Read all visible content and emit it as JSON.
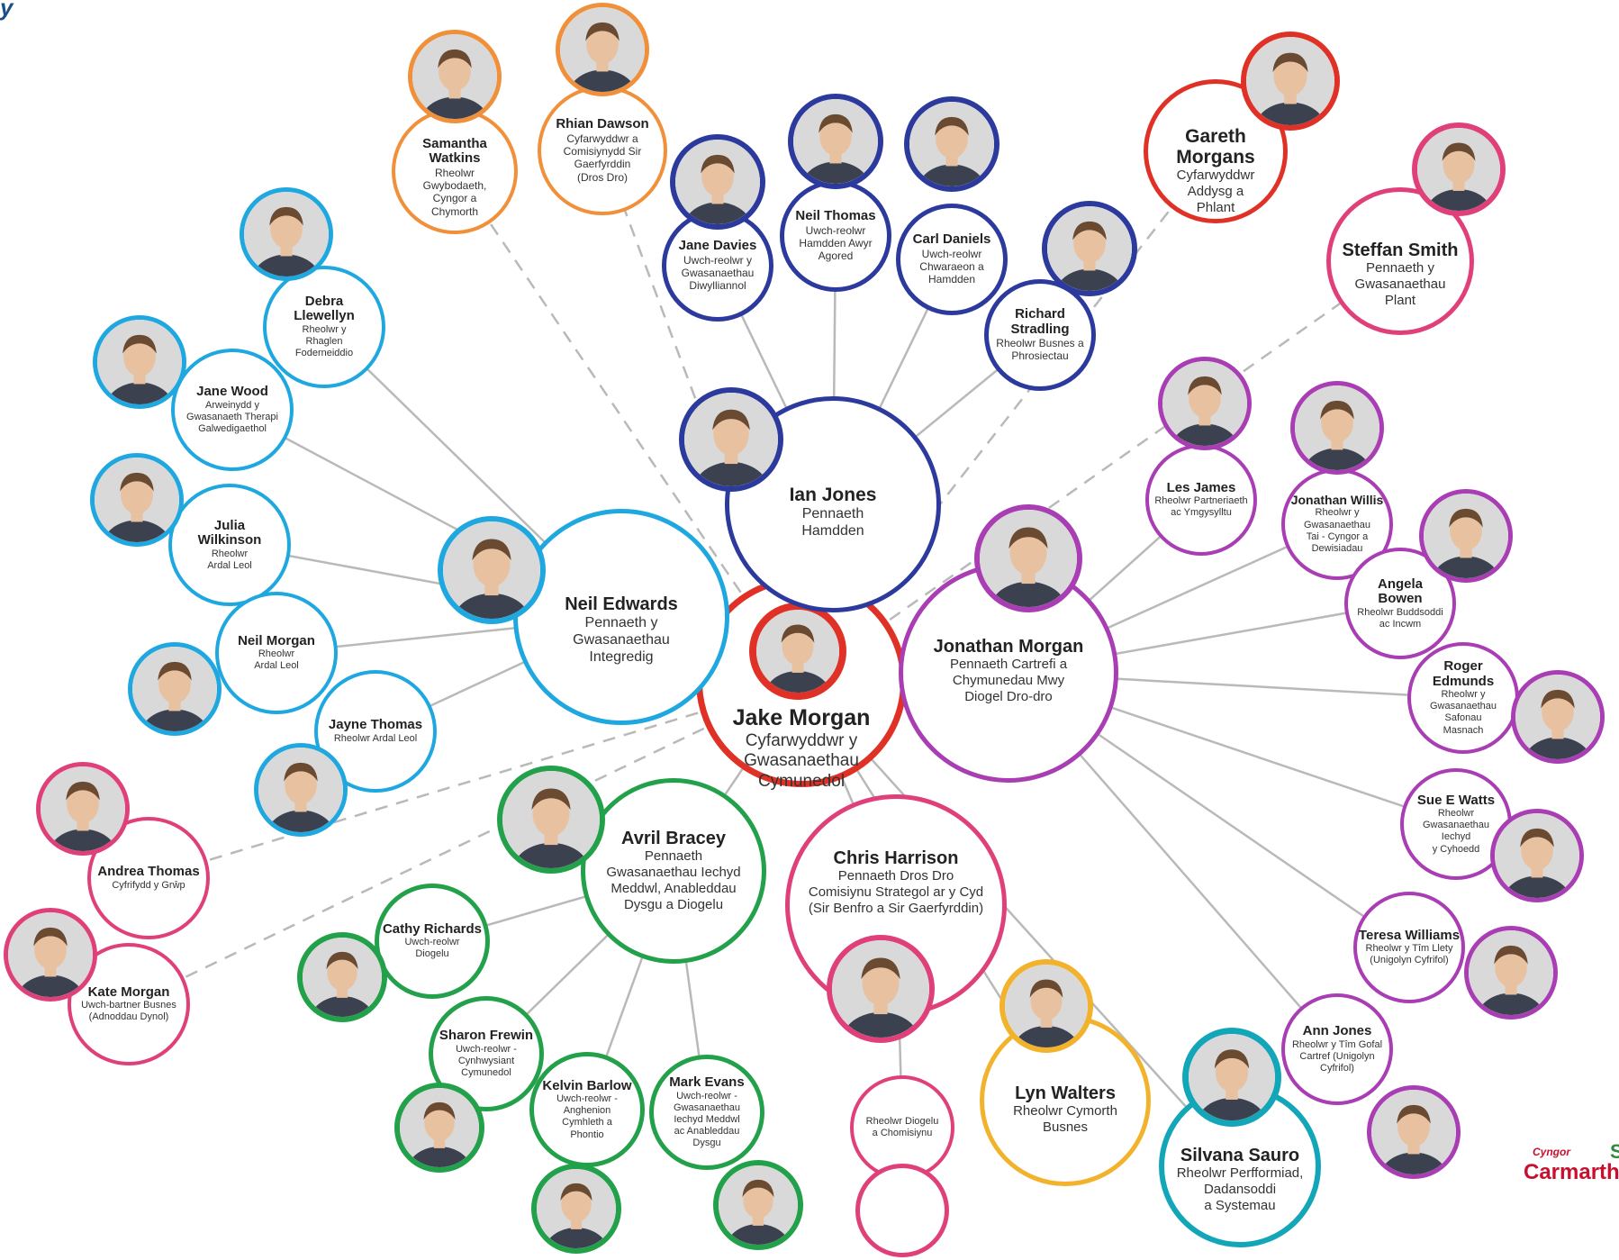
{
  "title_fragment": "y",
  "logo": {
    "small": "Cyngor",
    "main": "Carmarth",
    "corner": "S"
  },
  "colors": {
    "red": "#e03127",
    "blue": "#1fa8e0",
    "navy": "#2b3a9c",
    "purple": "#a93db3",
    "green": "#23a04a",
    "pink": "#e0407a",
    "orange": "#f0903a",
    "amber": "#f2b22c",
    "teal": "#13a6b8",
    "line": "#b9b9b9"
  },
  "people": [
    {
      "id": "jake",
      "name": "Jake Morgan",
      "role": "Cyfarwyddwr y\nGwasanaethau\nCymunedol",
      "color": "red"
    },
    {
      "id": "ian",
      "name": "Ian Jones",
      "role": "Pennaeth\nHamdden",
      "color": "navy"
    },
    {
      "id": "neile",
      "name": "Neil Edwards",
      "role": "Pennaeth y\nGwasanaethau\nIntegredig",
      "color": "blue"
    },
    {
      "id": "jonm",
      "name": "Jonathan Morgan",
      "role": "Pennaeth Cartrefi a\nChymunedau Mwy\nDiogel Dro-dro",
      "color": "purple"
    },
    {
      "id": "avril",
      "name": "Avril Bracey",
      "role": "Pennaeth\nGwasanaethau Iechyd\nMeddwl, Anableddau\nDysgu a Diogelu",
      "color": "green"
    },
    {
      "id": "chris",
      "name": "Chris Harrison",
      "role": "Pennaeth Dros Dro\nComisiynu Strategol ar y Cyd\n(Sir Benfro a Sir Gaerfyrddin)",
      "color": "pink"
    },
    {
      "id": "lyn",
      "name": "Lyn Walters",
      "role": "Rheolwr Cymorth\nBusnes",
      "color": "amber"
    },
    {
      "id": "silvana",
      "name": "Silvana Sauro",
      "role": "Rheolwr Perfformiad,\nDadansoddi\na Systemau",
      "color": "teal"
    },
    {
      "id": "gareth",
      "name": "Gareth\nMorgans",
      "role": "Cyfarwyddwr\nAddysg a\nPhlant",
      "color": "red"
    },
    {
      "id": "steffan",
      "name": "Steffan Smith",
      "role": "Pennaeth y\nGwasanaethau\nPlant",
      "color": "pink"
    },
    {
      "id": "samantha",
      "name": "Samantha\nWatkins",
      "role": "Rheolwr\nGwybodaeth,\nCyngor a\nChymorth",
      "color": "orange"
    },
    {
      "id": "rhian",
      "name": "Rhian Dawson",
      "role": "Cyfarwyddwr a\nComisiynydd Sir\nGaerfyrddin\n(Dros Dro)",
      "color": "orange"
    },
    {
      "id": "janed",
      "name": "Jane Davies",
      "role": "Uwch-reolwr y\nGwasanaethau\nDiwylliannol",
      "color": "navy"
    },
    {
      "id": "neilt",
      "name": "Neil Thomas",
      "role": "Uwch-reolwr\nHamdden Awyr\nAgored",
      "color": "navy"
    },
    {
      "id": "carl",
      "name": "Carl Daniels",
      "role": "Uwch-reolwr\nChwaraeon a\nHamdden",
      "color": "navy"
    },
    {
      "id": "richard",
      "name": "Richard\nStradling",
      "role": "Rheolwr Busnes a\nPhrosiectau",
      "color": "navy"
    },
    {
      "id": "debra",
      "name": "Debra\nLlewellyn",
      "role": "Rheolwr y\nRhaglen\nFoderneiddio",
      "color": "blue"
    },
    {
      "id": "janew",
      "name": "Jane Wood",
      "role": "Arweinydd y\nGwasanaeth Therapi\nGalwedigaethol",
      "color": "blue"
    },
    {
      "id": "julia",
      "name": "Julia\nWilkinson",
      "role": "Rheolwr\nArdal Leol",
      "color": "blue"
    },
    {
      "id": "neilm",
      "name": "Neil Morgan",
      "role": "Rheolwr\nArdal Leol",
      "color": "blue"
    },
    {
      "id": "jayne",
      "name": "Jayne Thomas",
      "role": "Rheolwr Ardal Leol",
      "color": "blue"
    },
    {
      "id": "andrea",
      "name": "Andrea Thomas",
      "role": "Cyfrifydd y Grŵp",
      "color": "pink"
    },
    {
      "id": "kate",
      "name": "Kate Morgan",
      "role": "Uwch-bartner Busnes\n(Adnoddau Dynol)",
      "color": "pink"
    },
    {
      "id": "cathy",
      "name": "Cathy Richards",
      "role": "Uwch-reolwr\nDiogelu",
      "color": "green"
    },
    {
      "id": "sharon",
      "name": "Sharon Frewin",
      "role": "Uwch-reolwr -\nCynhwysiant\nCymunedol",
      "color": "green"
    },
    {
      "id": "kelvin",
      "name": "Kelvin Barlow",
      "role": "Uwch-reolwr -\nAnghenion\nCymhleth a\nPhontio",
      "color": "green"
    },
    {
      "id": "mark",
      "name": "Mark Evans",
      "role": "Uwch-reolwr -\nGwasanaethau\nIechyd Meddwl\nac Anableddau\nDysgu",
      "color": "green"
    },
    {
      "id": "diogelu",
      "name": "",
      "role": "Rheolwr Diogelu\na Chomisiynu",
      "color": "pink"
    },
    {
      "id": "les",
      "name": "Les James",
      "role": "Rheolwr Partneriaeth\nac Ymgysylltu",
      "color": "purple"
    },
    {
      "id": "jwillis",
      "name": "Jonathan Willis",
      "role": "Rheolwr y\nGwasanaethau\nTai - Cyngor a\nDewisiadau",
      "color": "purple"
    },
    {
      "id": "angela",
      "name": "Angela\nBowen",
      "role": "Rheolwr Buddsoddi\nac Incwm",
      "color": "purple"
    },
    {
      "id": "roger",
      "name": "Roger\nEdmunds",
      "role": "Rheolwr y\nGwasanaethau\nSafonau\nMasnach",
      "color": "purple"
    },
    {
      "id": "sue",
      "name": "Sue E Watts",
      "role": "Rheolwr\nGwasanaethau\nIechyd\ny Cyhoedd",
      "color": "purple"
    },
    {
      "id": "teresa",
      "name": "Teresa Williams",
      "role": "Rheolwr y Tîm Llety\n(Unigolyn Cyfrifol)",
      "color": "purple"
    },
    {
      "id": "ann",
      "name": "Ann Jones",
      "role": "Rheolwr y Tîm Gofal\nCartref (Unigolyn\nCyfrifol)",
      "color": "purple"
    }
  ]
}
